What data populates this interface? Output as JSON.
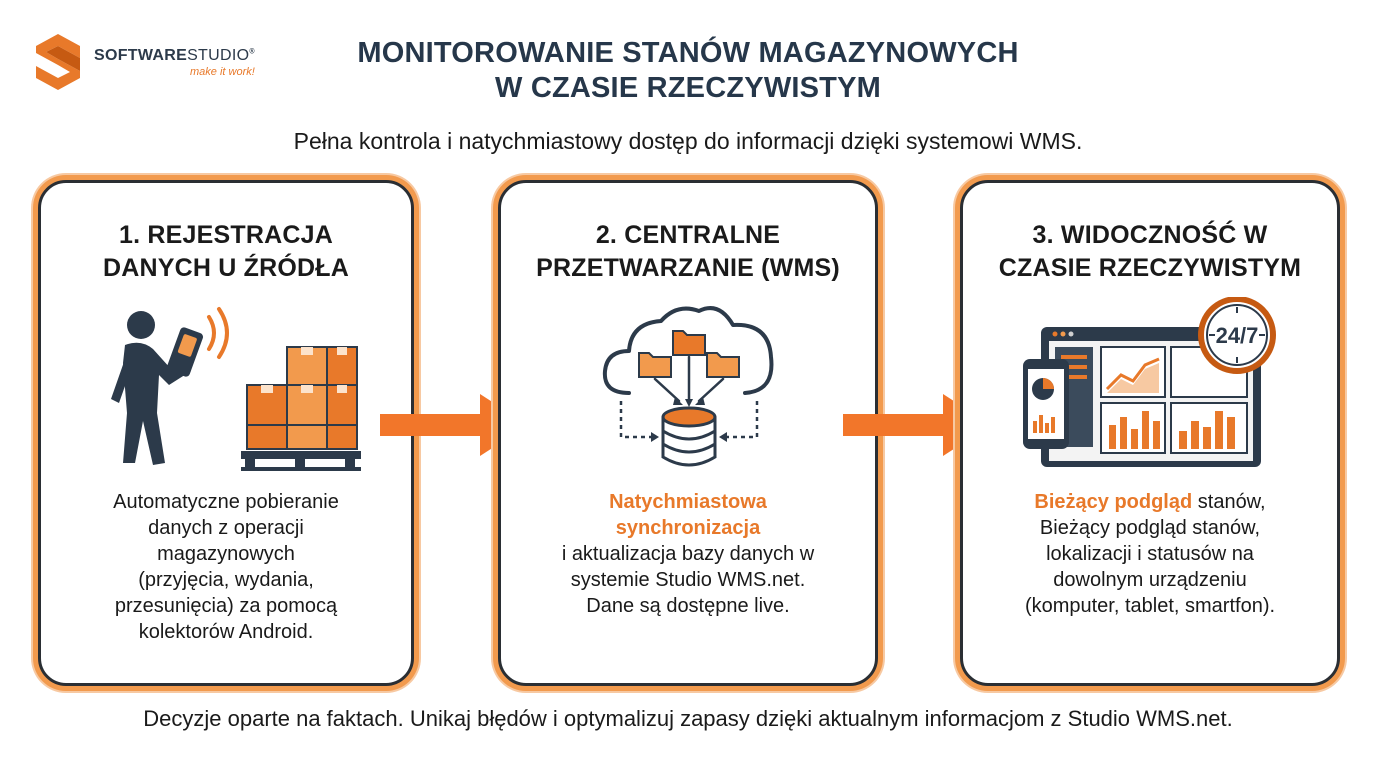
{
  "logo": {
    "name_bold": "SOFTWARE",
    "name_light": "STUDIO",
    "registered": "®",
    "tagline": "make it work!"
  },
  "title": {
    "line1": "MONITOROWANIE STANÓW MAGAZYNOWYCH",
    "line2": "W CZASIE RZECZYWISTYM"
  },
  "subtitle": "Pełna kontrola i natychmiastowy dostęp do informacji dzięki systemowi WMS.",
  "steps": [
    {
      "title_line1": "1. REJESTRACJA",
      "title_line2": "DANYCH U ŹRÓDŁA",
      "body": [
        "Automatyczne pobieranie",
        "danych z operacji",
        "magazynowych",
        "(przyjęcia, wydania,",
        "przesunięcia) za pomocą",
        "kolektorów Android."
      ]
    },
    {
      "title_line1": "2. CENTRALNE",
      "title_line2": "PRZETWARZANIE (WMS)",
      "highlight": [
        "Natychmiastowa",
        "synchronizacja"
      ],
      "body": [
        "i aktualizacja bazy danych w",
        "systemie Studio WMS.net.",
        "Dane są dostępne live."
      ]
    },
    {
      "title_line1": "3. WIDOCZNOŚĆ W",
      "title_line2": "CZASIE RZECZYWISTYM",
      "highlight": "Bieżący podgląd",
      "highlight_tail": " stanów,",
      "body": [
        "Bieżący podgląd stanów,",
        "lokalizacji i statusów na",
        "dowolnym urządzeniu",
        "(komputer, tablet, smartfon)."
      ],
      "clock_label": "24/7"
    }
  ],
  "footer": "Decyzje oparte na faktach. Unikaj błędów i optymalizuj zapasy dzięki aktualnym informacjom z Studio WMS.net.",
  "colors": {
    "accent": "#e8792a",
    "dark": "#26374a",
    "outline": "#2a2e33"
  }
}
